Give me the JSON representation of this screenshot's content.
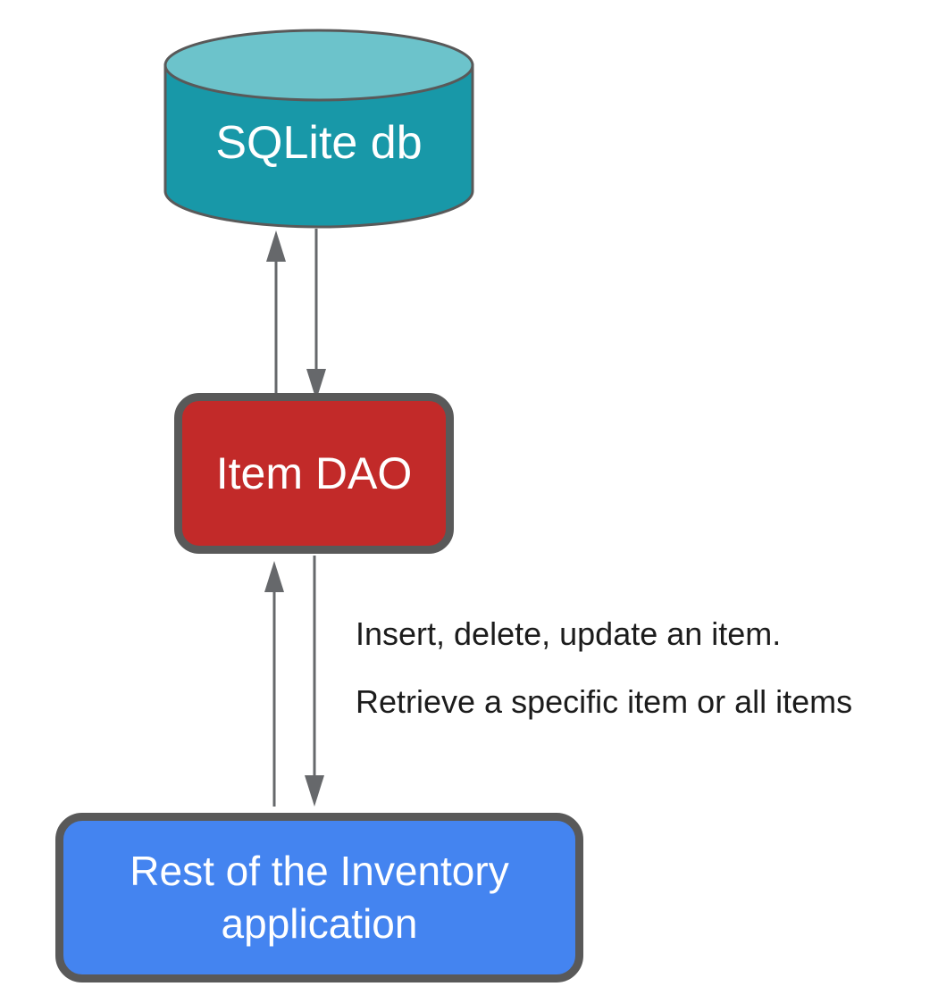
{
  "diagram": {
    "nodes": [
      {
        "id": "sqlite-db",
        "type": "database-cylinder",
        "label": "SQLite db",
        "fill": "#1898a8",
        "top_fill": "#6cc3cb",
        "text_color": "#ffffff"
      },
      {
        "id": "item-dao",
        "type": "rounded-box",
        "label": "Item DAO",
        "fill": "#c22a29",
        "text_color": "#ffffff"
      },
      {
        "id": "rest-of-app",
        "type": "rounded-box",
        "label": "Rest of the Inventory application",
        "fill": "#4484f0",
        "text_color": "#ffffff"
      }
    ],
    "annotation": {
      "line1": "Insert, delete, update an item.",
      "line2": "Retrieve a specific item or all items"
    },
    "connectors": [
      {
        "id": "dao-to-db",
        "from": "item-dao",
        "to": "sqlite-db",
        "direction": "up"
      },
      {
        "id": "db-to-dao",
        "from": "sqlite-db",
        "to": "item-dao",
        "direction": "down"
      },
      {
        "id": "app-to-dao",
        "from": "rest-of-app",
        "to": "item-dao",
        "direction": "up"
      },
      {
        "id": "dao-to-app",
        "from": "item-dao",
        "to": "rest-of-app",
        "direction": "down"
      }
    ],
    "colors": {
      "outline": "#595959",
      "arrow": "#66686b",
      "annotation_text": "#1c1c1c",
      "background": "#ffffff"
    }
  }
}
